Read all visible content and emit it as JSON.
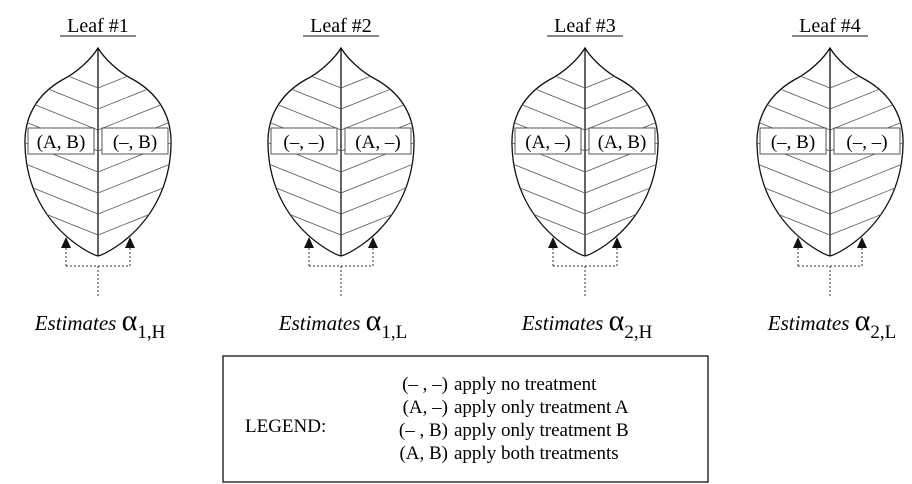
{
  "leaves": [
    {
      "title": "Leaf #1",
      "left_label": "(A, B)",
      "right_label": "(–, B)",
      "est_text": "Estimates",
      "alpha": "α",
      "sub": "1,H"
    },
    {
      "title": "Leaf #2",
      "left_label": "(–, –)",
      "right_label": "(A, –)",
      "est_text": "Estimates",
      "alpha": "α",
      "sub": "1,L"
    },
    {
      "title": "Leaf #3",
      "left_label": "(A, –)",
      "right_label": "(A, B)",
      "est_text": "Estimates",
      "alpha": "α",
      "sub": "2,H"
    },
    {
      "title": "Leaf #4",
      "left_label": "(–, B)",
      "right_label": "(–, –)",
      "est_text": "Estimates",
      "alpha": "α",
      "sub": "2,L"
    }
  ],
  "legend": {
    "label": "LEGEND:",
    "items": [
      {
        "code": "(– , –)",
        "desc": "apply no treatment"
      },
      {
        "code": "(A, –)",
        "desc": "apply only treatment A"
      },
      {
        "code": "(– , B)",
        "desc": "apply only treatment B"
      },
      {
        "code": "(A, B)",
        "desc": "apply both treatments"
      }
    ]
  }
}
